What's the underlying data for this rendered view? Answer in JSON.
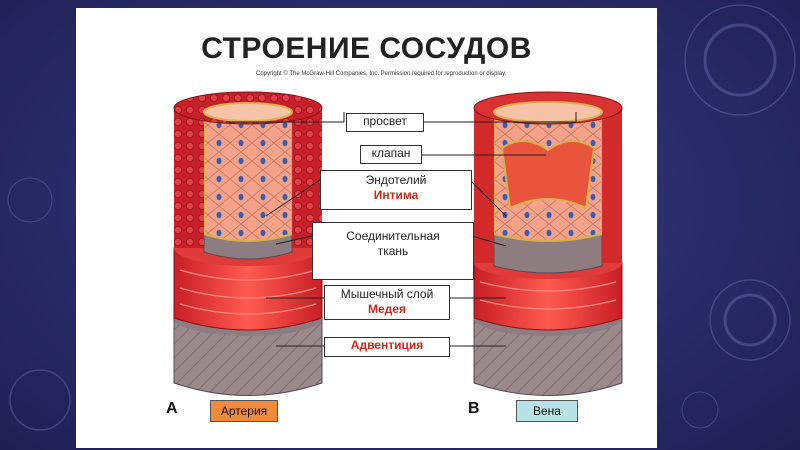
{
  "title": "СТРОЕНИЕ СОСУДОВ",
  "copyright": "Copyright © The McGraw-Hill Companies, Inc. Permission required for reproduction or display.",
  "labels": {
    "lumen": "просвет",
    "valve": "клапан",
    "endothelium": "Эндотелий",
    "intima": "Интима",
    "connective_line1": "Соединительная",
    "connective_line2": "ткань",
    "muscle": "Мышечный слой",
    "media": "Медея",
    "adventitia": "Адвентиция"
  },
  "artery": {
    "letter": "A",
    "name": "Артерия"
  },
  "vein": {
    "letter": "B",
    "name": "Вена"
  },
  "colors": {
    "background": "#2a2c6a",
    "title": "#222222",
    "accent_red": "#d0281c",
    "artery_tag": "#f28a3c",
    "vein_tag": "#b7e3e6",
    "muscle": "#e53a3a",
    "adventitia": "#9a8a8e"
  }
}
